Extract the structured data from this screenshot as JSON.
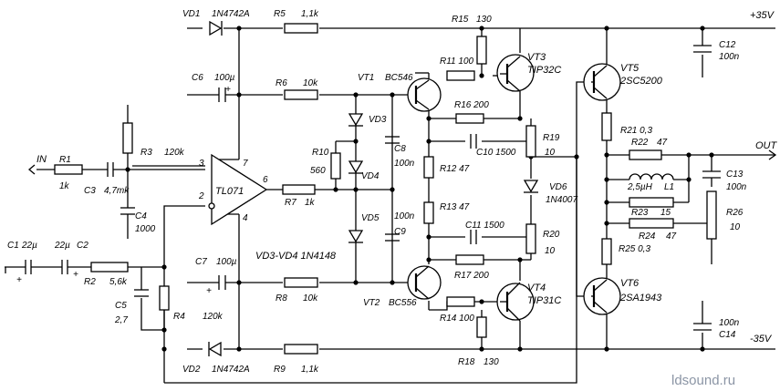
{
  "rails": {
    "positive": "+35V",
    "negative": "-35V",
    "input": "IN",
    "output": "OUT"
  },
  "watermark": "ldsound.ru",
  "opamp": {
    "ref": "TL071",
    "pins": [
      "3",
      "2",
      "7",
      "4",
      "6"
    ]
  },
  "labels": {
    "vd1": "VD1",
    "vd1_part": "1N4742A",
    "vd2": "VD2",
    "vd2_part": "1N4742A",
    "r5": "R5",
    "r5_val": "1,1k",
    "r9": "R9",
    "r9_val": "1,1k",
    "r15": "R15",
    "r15_val": "130",
    "r18": "R18",
    "r18_val": "130",
    "c6": "C6",
    "c6_val": "100µ",
    "c7": "C7",
    "c7_val": "100µ",
    "r6": "R6",
    "r6_val": "10k",
    "r8": "R8",
    "r8_val": "10k",
    "vt1": "VT1",
    "vt1_part": "BC546",
    "vt2": "VT2",
    "vt2_part": "BC556",
    "r11": "R11 100",
    "r14": "R14 100",
    "vt3": "VT3",
    "vt3_part": "TIP32C",
    "vt4": "VT4",
    "vt4_part": "TIP31C",
    "vt5": "VT5",
    "vt5_part": "2SC5200",
    "vt6": "VT6",
    "vt6_part": "2SA1943",
    "c12": "C12",
    "c12_val": "100n",
    "c14": "C14",
    "c14_val": "100n",
    "r16": "R16 200",
    "r17": "R17 200",
    "c10": "C10 1500",
    "c11": "C11 1500",
    "r19": "R19",
    "r19_val": "10",
    "r20": "R20",
    "r20_val": "10",
    "r21": "R21 0,3",
    "r25": "R25 0,3",
    "r22": "R22",
    "r22_val": "47",
    "r23": "R23",
    "r23_val": "15",
    "r24": "R24",
    "r24_val": "47",
    "l1": "L1",
    "l1_val": "2,5µH",
    "c13": "C13",
    "c13_val": "100n",
    "r26": "R26",
    "r26_val": "10",
    "vd6": "VD6",
    "vd6_part": "1N4007",
    "vd3": "VD3",
    "vd4": "VD4",
    "vd5": "VD5",
    "vd3_vd4_note": "VD3-VD4 1N4148",
    "r10": "R10",
    "r10_val": "560",
    "c8": "C8",
    "c8_val": "100n",
    "c9": "C9",
    "c9_val": "100n",
    "r12": "R12 47",
    "r13": "R13 47",
    "r7": "R7",
    "r7_val": "1k",
    "r1": "R1",
    "r1_val": "1k",
    "c3": "C3",
    "c3_val": "4,7mk",
    "r3": "R3",
    "r3_val": "120k",
    "c4": "C4",
    "c4_val": "1000",
    "c1": "C1",
    "c1_val": "22µ",
    "c2": "C2",
    "c2_val": "22µ",
    "r2": "R2",
    "r2_val": "5,6k",
    "c5": "C5",
    "c5_val": "2,7",
    "r4": "R4",
    "r4_val": "120k",
    "plus": "+"
  }
}
